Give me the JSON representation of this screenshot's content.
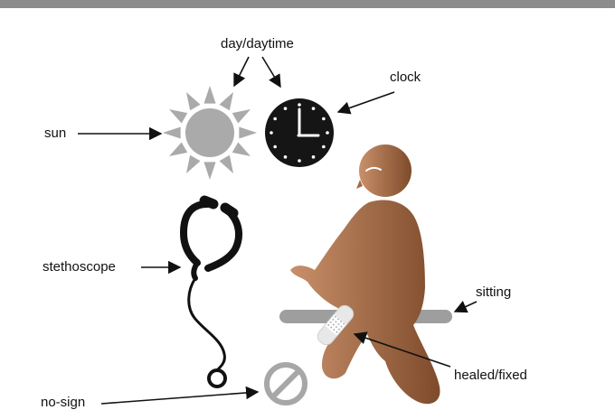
{
  "labels": {
    "day": "day/daytime",
    "clock": "clock",
    "sun": "sun",
    "stethoscope": "stethoscope",
    "sitting": "sitting",
    "healed": "healed/fixed",
    "no_sign": "no-sign"
  },
  "colors": {
    "top_bar": "#8c8c8c",
    "sun": "#aaaaaa",
    "clock_face": "#151515",
    "clock_marks": "#ffffff",
    "person_light": "#c48a5f",
    "person_dark": "#8a5230",
    "bench": "#9e9e9e",
    "stethoscope": "#111111",
    "no_sign": "#a7a7a7",
    "bandage": "#e8e8e8"
  },
  "icons": [
    "sun-icon",
    "clock-icon",
    "stethoscope-icon",
    "person-sitting-icon",
    "bench-icon",
    "bandage-icon",
    "no-sign-icon"
  ]
}
